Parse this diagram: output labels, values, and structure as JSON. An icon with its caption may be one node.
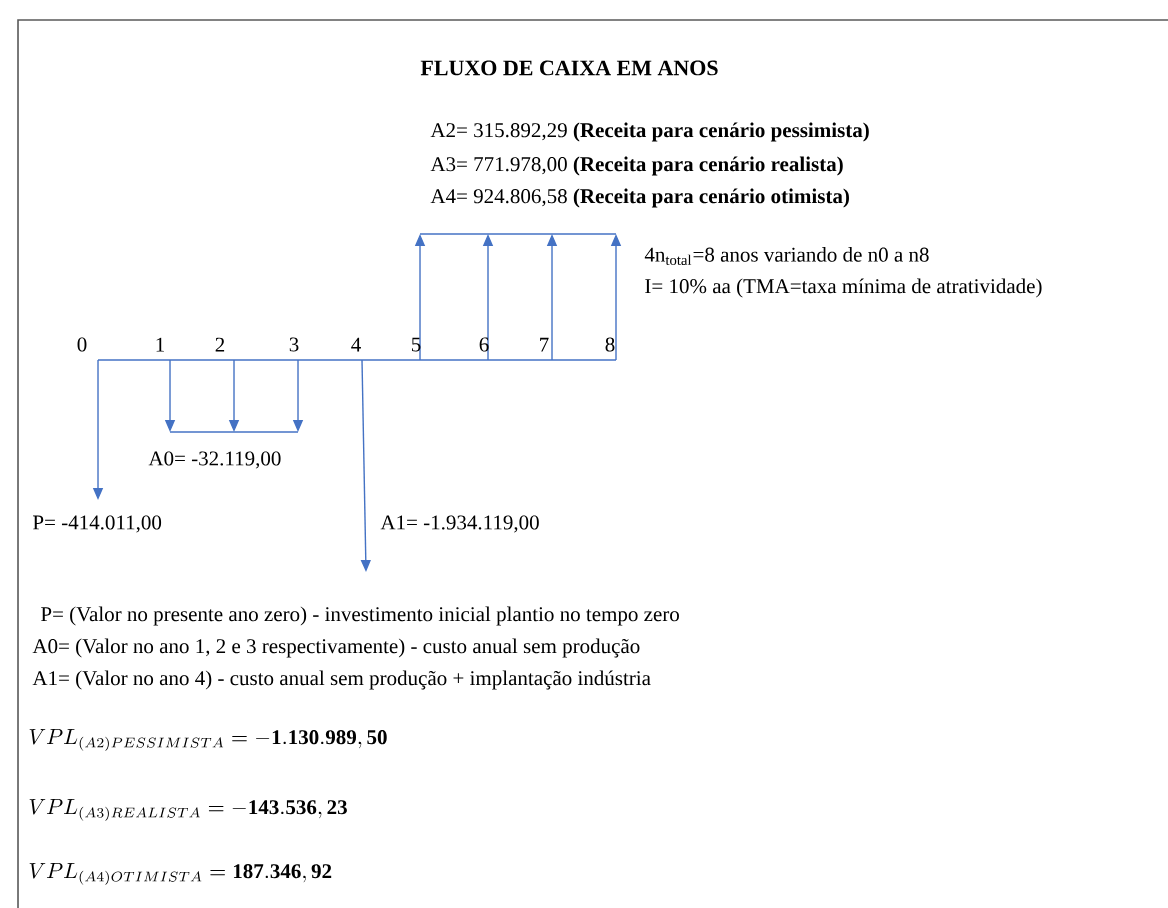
{
  "diagram": {
    "title": "FLUXO DE CAIXA EM ANOS",
    "labels": [
      "A2= 315.892,29 **(Receita para cenário pessimista)**",
      "A3= 771.978,00 **(Receita para cenário realista)**",
      "A4= 924.806,58 **(Receita para cenário otimista)**",
      "4n$_{total}$=8 anos variando de n0 a n8",
      "I= 10% aa (TMA=taxa mínima de atratividade)",
      "0",
      "1",
      "2",
      "3",
      "4",
      "5",
      "6",
      "7",
      "8",
      "A0= -32.119,00",
      "P= -414.011,00",
      "A1= -1.934.119,00",
      "P= (Valor no presente ano zero) - investimento inicial plantio no tempo zero",
      "A0= (Valor no ano 1, 2 e 3 respectivamente) - custo anual sem produção",
      "A1= (Valor no ano 4) - custo anual sem produção + implantação indústria",
      "VPL_{(A2)PESSIMISTA} = \\mathbf{-1.130.989,50}",
      "VPL_{(A3)REALISTA} = \\mathbf{-143.536,23}",
      "VPL_{(A4)OTIMISTA} = \\mathbf{187.346,92}"
    ]
  }
}
